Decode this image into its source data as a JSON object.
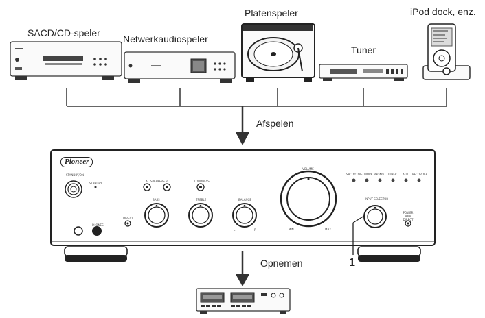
{
  "sources": [
    {
      "label": "SACD/CD-speler"
    },
    {
      "label": "Netwerkaudiospeler"
    },
    {
      "label": "Platenspeler"
    },
    {
      "label": "Tuner"
    },
    {
      "label": "iPod dock, enz."
    }
  ],
  "arrows": {
    "playback_label": "Afspelen",
    "record_label": "Opnemen"
  },
  "amplifier": {
    "brand": "Pioneer",
    "standby_label": "STANDBY/ON",
    "standby_led_label": "STANDBY",
    "speakers_label": "SPEAKERS",
    "speaker_a": "A",
    "speaker_b": "B",
    "loudness_label": "LOUDNESS",
    "bass_label": "BASS",
    "treble_label": "TREBLE",
    "balance_label": "BALANCE",
    "volume_label": "VOLUME",
    "vol_min": "MIN",
    "vol_max": "MAX",
    "direct_label": "DIRECT",
    "phones_label": "PHONES",
    "input_selector_label": "INPUT SELECTOR",
    "power_amp_label": "POWER AMP DIRECT",
    "minus": "–",
    "plus": "+",
    "bal_l": "L",
    "bal_r": "R",
    "inputs": [
      "SACD/CD",
      "NETWORK",
      "PHONO",
      "TUNER",
      "AUX",
      "RECORDER"
    ]
  },
  "callout": "1"
}
